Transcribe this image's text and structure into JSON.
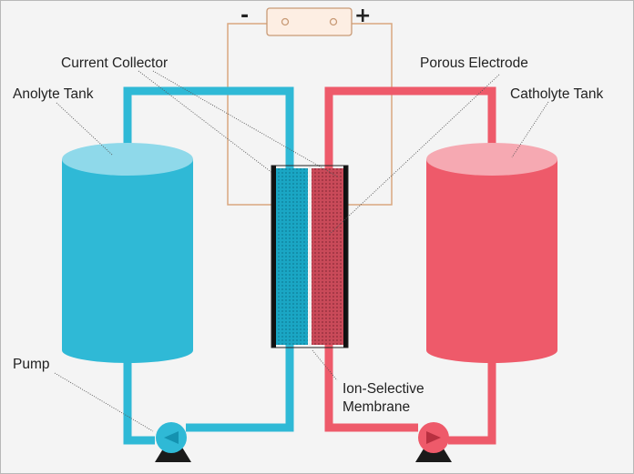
{
  "labels": {
    "current_collector": "Current Collector",
    "porous_electrode": "Porous Electrode",
    "anolyte_tank": "Anolyte Tank",
    "catholyte_tank": "Catholyte Tank",
    "pump": "Pump",
    "membrane_line1": "Ion-Selective",
    "membrane_line2": "Membrane"
  },
  "battery": {
    "negative_sign": "-",
    "positive_sign": "+"
  },
  "colors": {
    "anolyte": "#2fb9d6",
    "anolyte_dark": "#1492b0",
    "anolyte_top": "#8fd9ea",
    "catholyte": "#ee5a6a",
    "catholyte_dark": "#d03c4c",
    "catholyte_top": "#f6a9b2",
    "external_wire": "#d9a77f"
  }
}
